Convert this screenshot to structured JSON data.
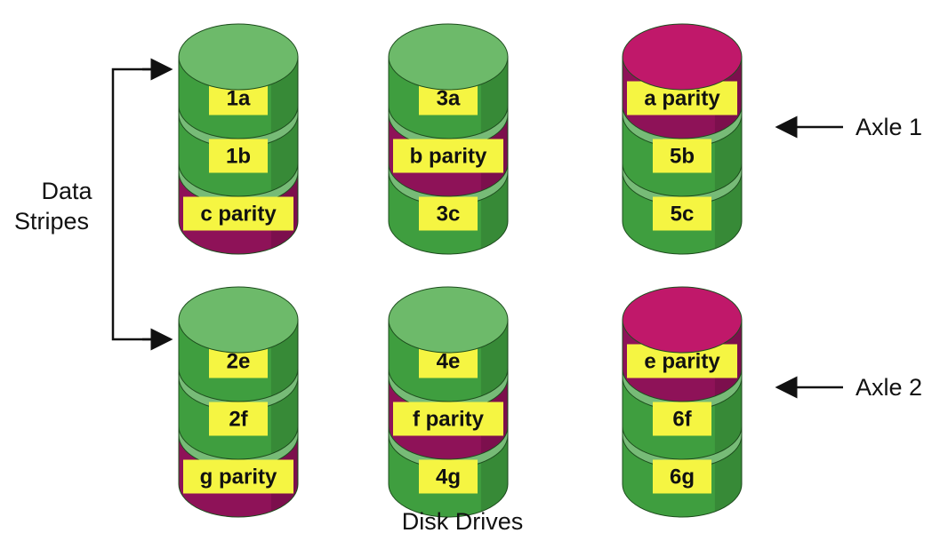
{
  "labels": {
    "data_stripes_line1": "Data",
    "data_stripes_line2": "Stripes",
    "axle1": "Axle 1",
    "axle2": "Axle 2",
    "disk_drives": "Disk Drives"
  },
  "colors": {
    "data_green": "#3f9e3f",
    "data_green_top": "#6dba6a",
    "parity_magenta": "#8e1258",
    "parity_magenta_top": "#c0186a",
    "label_yellow": "#f5f542",
    "separator_green": "#77bb77"
  },
  "axles": [
    {
      "name": "Axle 1",
      "disks": [
        {
          "top": "data",
          "segments": [
            {
              "text": "1a",
              "kind": "data"
            },
            {
              "text": "1b",
              "kind": "data"
            },
            {
              "text": "c parity",
              "kind": "parity"
            }
          ]
        },
        {
          "top": "data",
          "segments": [
            {
              "text": "3a",
              "kind": "data"
            },
            {
              "text": "b parity",
              "kind": "parity"
            },
            {
              "text": "3c",
              "kind": "data"
            }
          ]
        },
        {
          "top": "parity",
          "segments": [
            {
              "text": "a parity",
              "kind": "parity"
            },
            {
              "text": "5b",
              "kind": "data"
            },
            {
              "text": "5c",
              "kind": "data"
            }
          ]
        }
      ]
    },
    {
      "name": "Axle 2",
      "disks": [
        {
          "top": "data",
          "segments": [
            {
              "text": "2e",
              "kind": "data"
            },
            {
              "text": "2f",
              "kind": "data"
            },
            {
              "text": "g parity",
              "kind": "parity"
            }
          ]
        },
        {
          "top": "data",
          "segments": [
            {
              "text": "4e",
              "kind": "data"
            },
            {
              "text": "f parity",
              "kind": "parity"
            },
            {
              "text": "4g",
              "kind": "data"
            }
          ]
        },
        {
          "top": "parity",
          "segments": [
            {
              "text": "e parity",
              "kind": "parity"
            },
            {
              "text": "6f",
              "kind": "data"
            },
            {
              "text": "6g",
              "kind": "data"
            }
          ]
        }
      ]
    }
  ]
}
